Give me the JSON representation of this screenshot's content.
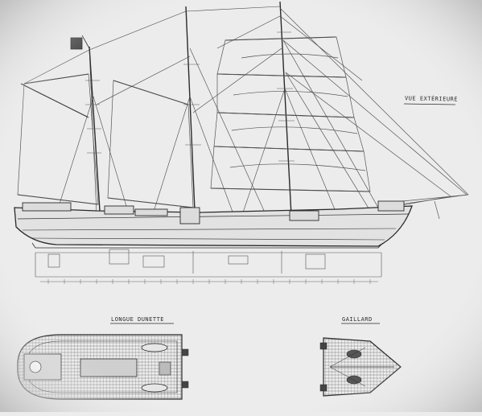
{
  "drawing": {
    "view_title": "VUE EXTÉRIEURE",
    "deck_title": "LONGUE DUNETTE",
    "bow_title": "GAILLARD",
    "colors": {
      "paper": "#ececec",
      "ink": "#2a2a2a",
      "faint_ink": "#6e6e6e",
      "deck_planking": "#9a9a9a"
    }
  }
}
